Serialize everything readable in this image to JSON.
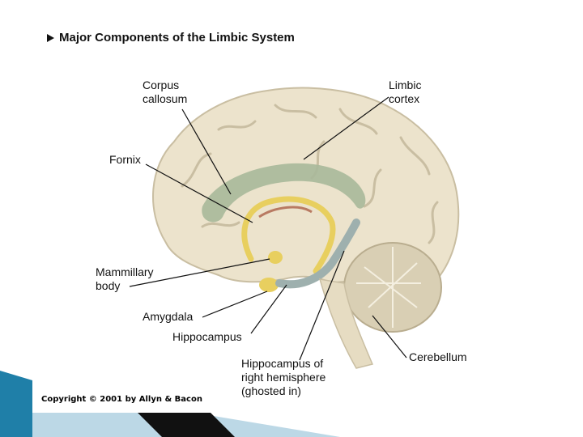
{
  "title": "Major Components of the Limbic System",
  "labels": {
    "corpus_callosum": "Corpus\ncallosum",
    "limbic_cortex": "Limbic\ncortex",
    "fornix": "Fornix",
    "mammillary_body": "Mammillary\nbody",
    "amygdala": "Amygdala",
    "hippocampus": "Hippocampus",
    "hippocampus_right": "Hippocampus of\nright hemisphere\n(ghosted in)",
    "cerebellum": "Cerebellum"
  },
  "copyright": "Copyright © 2001 by Allyn & Bacon",
  "colors": {
    "brain": "#ece3cc",
    "brain_outline": "#c9bea2",
    "corpus_callosum": "#a9b89a",
    "fornix": "#e8cf5f",
    "cerebellum": "#d9cfb4",
    "hippocampus": "#9eb0ae",
    "accent_blue": "#1f7fa8"
  }
}
